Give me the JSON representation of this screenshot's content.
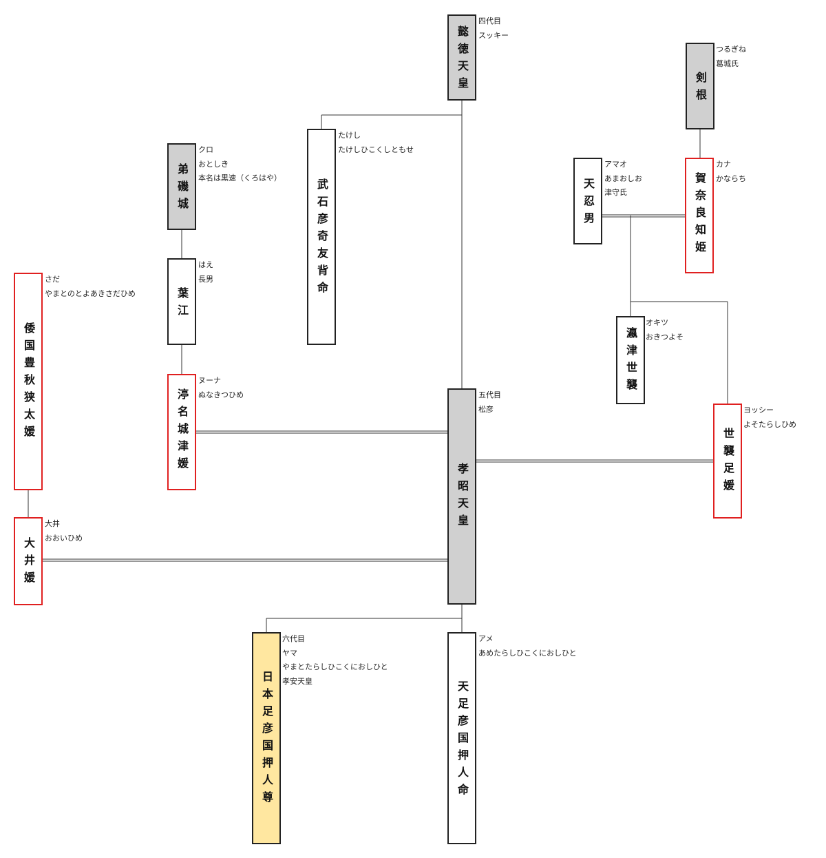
{
  "persons": {
    "itoku": {
      "name": "懿徳天皇",
      "notes": [
        "四代目",
        "スッキー"
      ]
    },
    "tsurugine": {
      "name": "剣根",
      "notes": [
        "つるぎね",
        "葛城氏"
      ]
    },
    "takeshi": {
      "name": "武石彦奇友背命",
      "notes": [
        "たけし",
        "たけしひこくしともせ"
      ]
    },
    "otoshiki": {
      "name": "弟磯城",
      "notes": [
        "クロ",
        "おとしき",
        "本名は黒速（くろはや）"
      ]
    },
    "amao": {
      "name": "天忍男",
      "notes": [
        "アマオ",
        "あまおしお",
        "津守氏"
      ]
    },
    "kana": {
      "name": "賀奈良知姫",
      "notes": [
        "カナ",
        "かならち"
      ]
    },
    "hae": {
      "name": "葉江",
      "notes": [
        "はえ",
        "長男"
      ]
    },
    "sada": {
      "name": "倭国豊秋狭太媛",
      "notes": [
        "さだ",
        "やまとのとよあきさだひめ"
      ]
    },
    "okitsu": {
      "name": "瀛津世襲",
      "notes": [
        "オキツ",
        "おきつよそ"
      ]
    },
    "nuna": {
      "name": "渟名城津媛",
      "notes": [
        "ヌーナ",
        "ぬなきつひめ"
      ]
    },
    "kosho": {
      "name": "孝昭天皇",
      "notes": [
        "五代目",
        "松彦"
      ]
    },
    "yossi": {
      "name": "世襲足媛",
      "notes": [
        "ヨッシー",
        "よそたらしひめ"
      ]
    },
    "oi": {
      "name": "大井媛",
      "notes": [
        "大井",
        "おおいひめ"
      ]
    },
    "yama": {
      "name": "日本足彦国押人尊",
      "notes": [
        "六代目",
        "ヤマ",
        "やまとたらしひこくにおしひと",
        "孝安天皇"
      ]
    },
    "ame": {
      "name": "天足彦国押人命",
      "notes": [
        "アメ",
        "あめたらしひこくにおしひと"
      ]
    }
  }
}
